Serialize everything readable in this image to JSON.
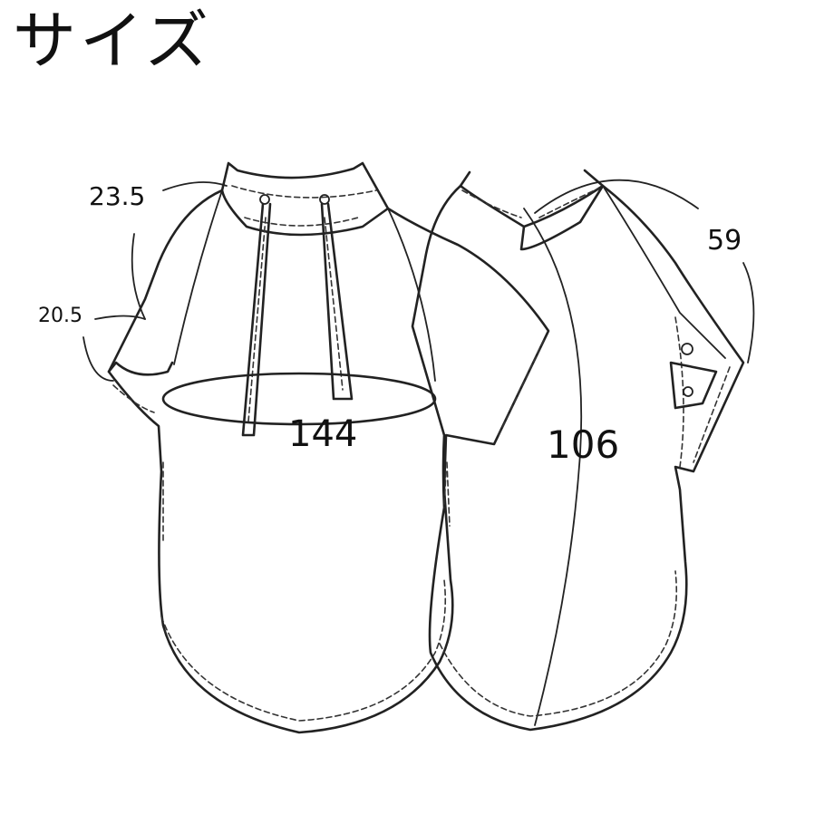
{
  "title": "サイズ",
  "measurements": {
    "neck_width": "23.5",
    "sleeve_opening": "20.5",
    "chest_circumference": "144",
    "body_length": "106",
    "sleeve_length": "59"
  }
}
